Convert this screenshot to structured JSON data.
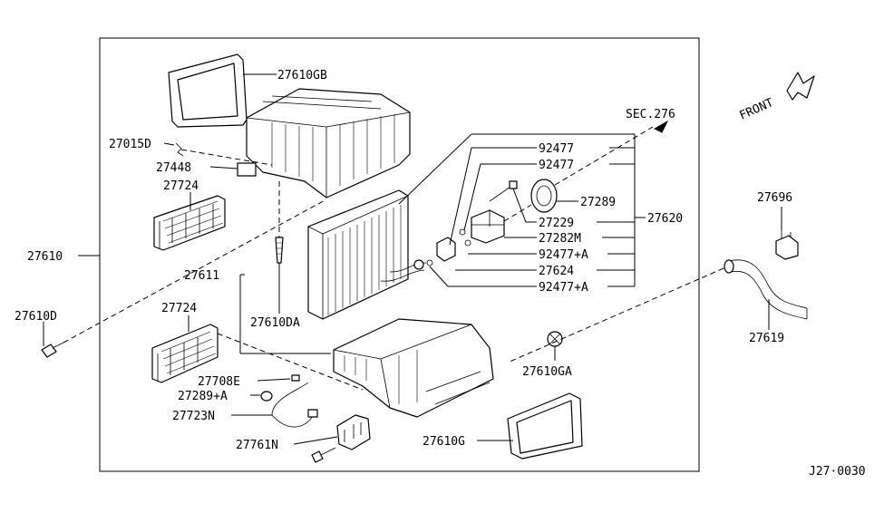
{
  "parts": {
    "p27610GB": "27610GB",
    "p27015D": "27015D",
    "p27448": "27448",
    "p27724_top": "27724",
    "p27610": "27610",
    "p27611": "27611",
    "p27610D": "27610D",
    "p27610DA": "27610DA",
    "p27724_bottom": "27724",
    "p27708E": "27708E",
    "p27289A": "27289+A",
    "p27723N": "27723N",
    "p27761N": "27761N",
    "p27610G": "27610G",
    "p27610GA": "27610GA",
    "p92477_1": "92477",
    "p92477_2": "92477",
    "p27289": "27289",
    "p27229": "27229",
    "p27282M": "27282M",
    "p92477A_1": "92477+A",
    "p27624": "27624",
    "p92477A_2": "92477+A",
    "p27620": "27620",
    "p27696": "27696",
    "p27619": "27619"
  },
  "section_ref": "SEC.276",
  "front_label": "FRONT",
  "diagram_code": "J27·0030"
}
